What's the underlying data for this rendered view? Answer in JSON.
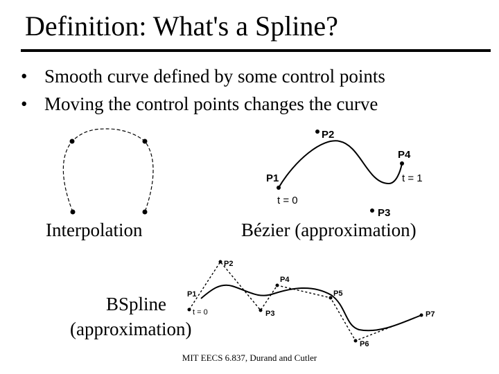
{
  "slide": {
    "title": "Definition:  What's a Spline?",
    "bullets": [
      "Smooth curve defined by some control points",
      "Moving the control points changes the curve"
    ],
    "bullet_glyph": "•",
    "footer": "MIT EECS 6.837, Durand and Cutler"
  },
  "figures": {
    "interpolation": {
      "caption": "Interpolation"
    },
    "bezier": {
      "caption": "Bézier (approximation)",
      "labels": {
        "p1": "P1",
        "p2": "P2",
        "p3": "P3",
        "p4": "P4",
        "t0": "t = 0",
        "t1": "t = 1"
      }
    },
    "bspline": {
      "caption_line1": "BSpline",
      "caption_line2": "(approximation)",
      "labels": {
        "p1": "P1",
        "p2": "P2",
        "p3": "P3",
        "p4": "P4",
        "p5": "P5",
        "p6": "P6",
        "p7": "P7",
        "t0": "t = 0"
      }
    }
  }
}
